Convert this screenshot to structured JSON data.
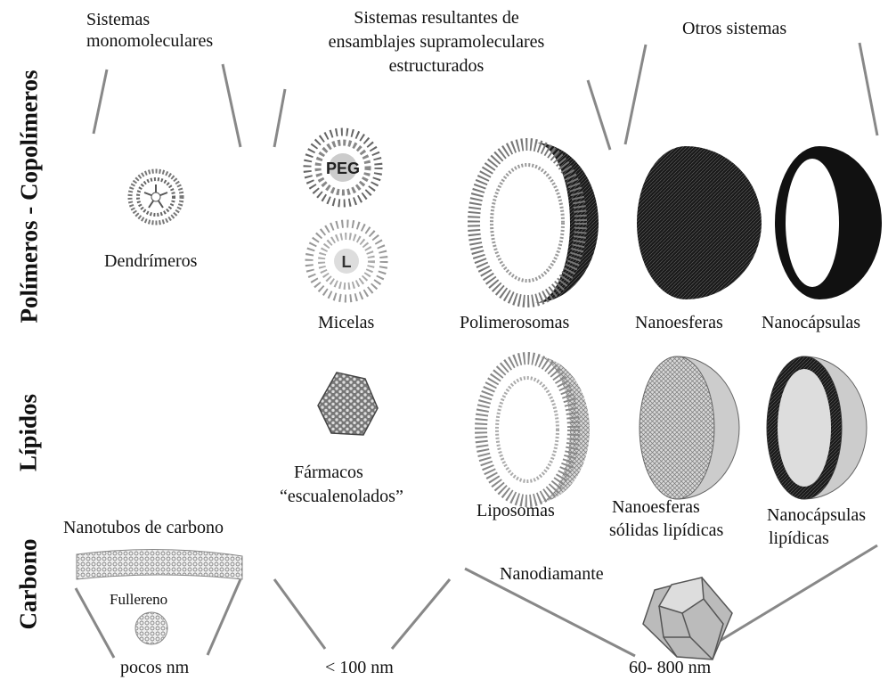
{
  "columns": {
    "mono": [
      "Sistemas",
      "monomoleculares"
    ],
    "supra": [
      "Sistemas resultantes de",
      "ensamblajes supramoleculares",
      "estructurados"
    ],
    "otros": "Otros sistemas"
  },
  "rows": {
    "polimeros": "Polímeros - Copolímeros",
    "lipidos": "Lípidos",
    "carbono": "Carbono"
  },
  "items": {
    "dendrimeros": "Dendrímeros",
    "micelas": "Micelas",
    "peg_label": "PEG",
    "l_label": "L",
    "polimerosomas": "Polimerosomas",
    "nanoesferas": "Nanoesferas",
    "nanocapsulas": "Nanocápsulas",
    "farmacos": [
      "Fármacos",
      "“escualenolados”"
    ],
    "liposomas": "Liposomas",
    "nanoesferas_lip": [
      "Nanoesferas",
      "sólidas lipídicas"
    ],
    "nanocapsulas_lip": [
      "Nanocápsulas",
      "lipídicas"
    ],
    "nanotubos": "Nanotubos de carbono",
    "fullereno": "Fullereno",
    "nanodiamante": "Nanodiamante"
  },
  "scales": {
    "pocos": "pocos nm",
    "cien": "< 100 nm",
    "rango": "60- 800 nm"
  }
}
